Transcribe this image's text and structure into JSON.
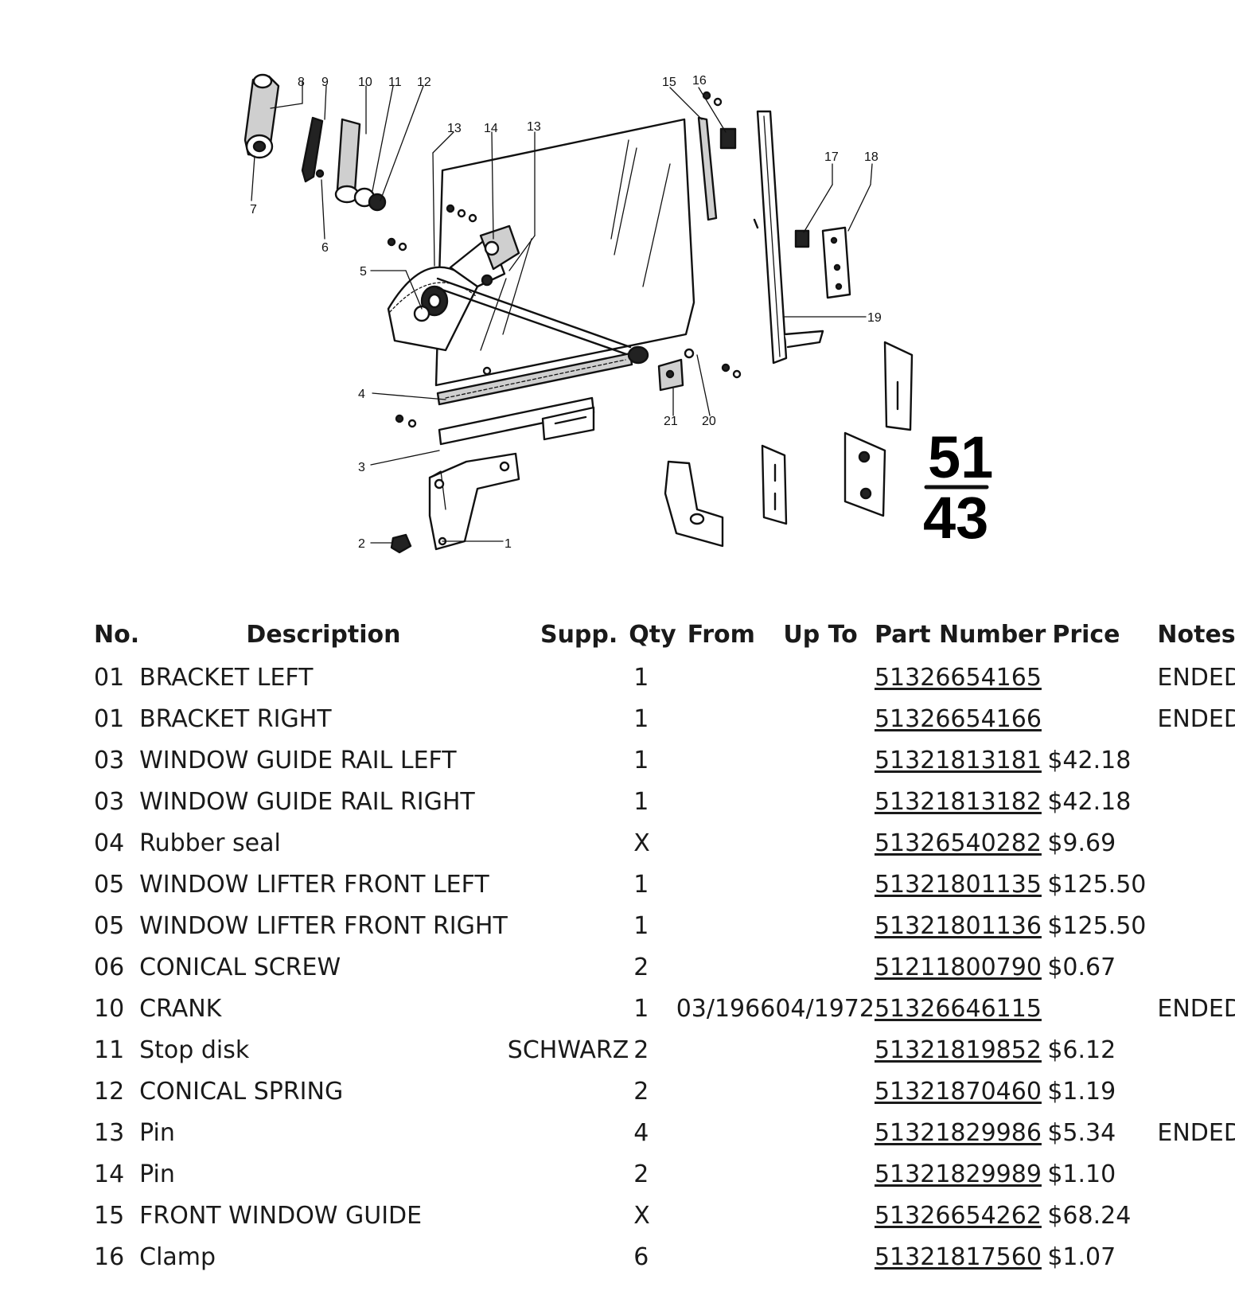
{
  "diagram": {
    "callouts": [
      "1",
      "2",
      "3",
      "4",
      "5",
      "6",
      "7",
      "8",
      "9",
      "10",
      "11",
      "12",
      "13",
      "13",
      "14",
      "15",
      "16",
      "17",
      "18",
      "19",
      "20",
      "21"
    ],
    "reference_top": "51",
    "reference_bottom": "43"
  },
  "table": {
    "headers": {
      "no": "No.",
      "description": "Description",
      "supp": "Supp.",
      "qty": "Qty",
      "from": "From",
      "up_to": "Up To",
      "part_number": "Part Number",
      "price": "Price",
      "notes": "Notes"
    },
    "rows": [
      {
        "no": "01",
        "description": "BRACKET LEFT",
        "supp": "",
        "qty": "1",
        "from": "",
        "up_to": "",
        "part_number": "51326654165",
        "price": "",
        "notes": "ENDED"
      },
      {
        "no": "01",
        "description": "BRACKET RIGHT",
        "supp": "",
        "qty": "1",
        "from": "",
        "up_to": "",
        "part_number": "51326654166",
        "price": "",
        "notes": "ENDED"
      },
      {
        "no": "03",
        "description": "WINDOW GUIDE RAIL LEFT",
        "supp": "",
        "qty": "1",
        "from": "",
        "up_to": "",
        "part_number": "51321813181",
        "price": "$42.18",
        "notes": ""
      },
      {
        "no": "03",
        "description": "WINDOW GUIDE RAIL RIGHT",
        "supp": "",
        "qty": "1",
        "from": "",
        "up_to": "",
        "part_number": "51321813182",
        "price": "$42.18",
        "notes": ""
      },
      {
        "no": "04",
        "description": "Rubber seal",
        "supp": "",
        "qty": "X",
        "from": "",
        "up_to": "",
        "part_number": "51326540282",
        "price": "$9.69",
        "notes": ""
      },
      {
        "no": "05",
        "description": "WINDOW LIFTER FRONT LEFT",
        "supp": "",
        "qty": "1",
        "from": "",
        "up_to": "",
        "part_number": "51321801135",
        "price": "$125.50",
        "notes": ""
      },
      {
        "no": "05",
        "description": "WINDOW LIFTER FRONT RIGHT",
        "supp": "",
        "qty": "1",
        "from": "",
        "up_to": "",
        "part_number": "51321801136",
        "price": "$125.50",
        "notes": ""
      },
      {
        "no": "06",
        "description": "CONICAL SCREW",
        "supp": "",
        "qty": "2",
        "from": "",
        "up_to": "",
        "part_number": "51211800790",
        "price": "$0.67",
        "notes": ""
      },
      {
        "no": "10",
        "description": "CRANK",
        "supp": "",
        "qty": "1",
        "from": "03/1966",
        "up_to": "04/1972",
        "part_number": "51326646115",
        "price": "",
        "notes": "ENDED"
      },
      {
        "no": "11",
        "description": "Stop disk",
        "supp": "SCHWARZ",
        "qty": "2",
        "from": "",
        "up_to": "",
        "part_number": "51321819852",
        "price": "$6.12",
        "notes": ""
      },
      {
        "no": "12",
        "description": "CONICAL SPRING",
        "supp": "",
        "qty": "2",
        "from": "",
        "up_to": "",
        "part_number": "51321870460",
        "price": "$1.19",
        "notes": ""
      },
      {
        "no": "13",
        "description": "Pin",
        "supp": "",
        "qty": "4",
        "from": "",
        "up_to": "",
        "part_number": "51321829986",
        "price": "$5.34",
        "notes": "ENDED"
      },
      {
        "no": "14",
        "description": "Pin",
        "supp": "",
        "qty": "2",
        "from": "",
        "up_to": "",
        "part_number": "51321829989",
        "price": "$1.10",
        "notes": ""
      },
      {
        "no": "15",
        "description": "FRONT WINDOW GUIDE",
        "supp": "",
        "qty": "X",
        "from": "",
        "up_to": "",
        "part_number": "51326654262",
        "price": "$68.24",
        "notes": ""
      },
      {
        "no": "16",
        "description": "Clamp",
        "supp": "",
        "qty": "6",
        "from": "",
        "up_to": "",
        "part_number": "51321817560",
        "price": "$1.07",
        "notes": ""
      }
    ]
  }
}
